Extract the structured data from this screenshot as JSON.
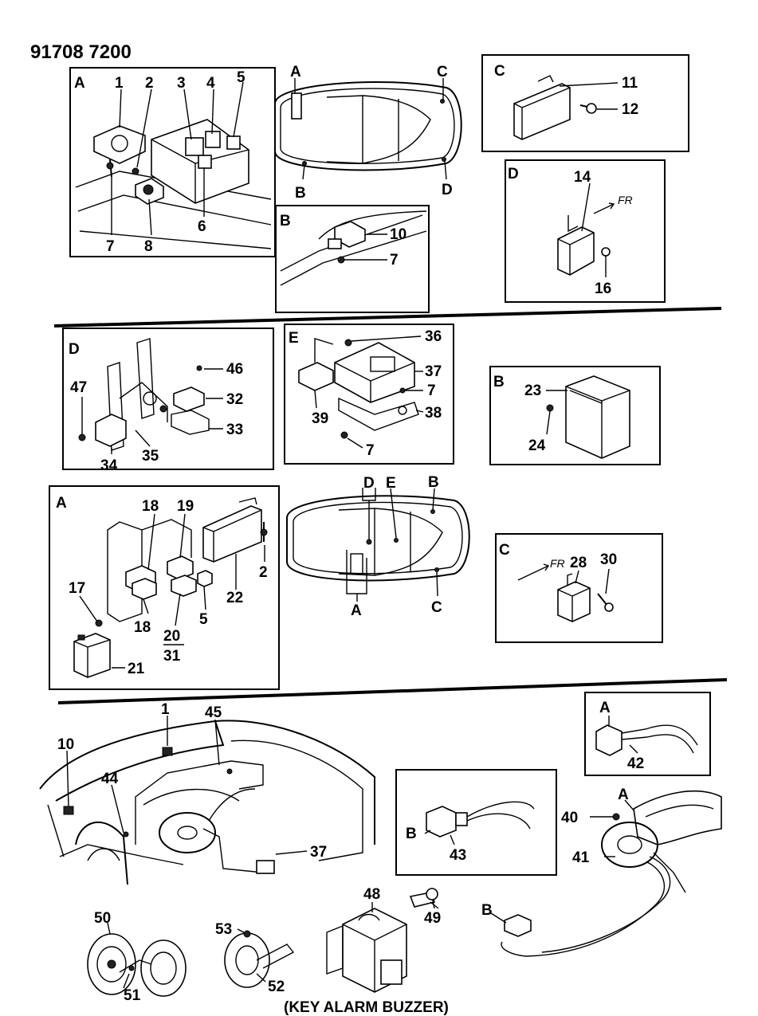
{
  "header": {
    "code": "91708 7200"
  },
  "caption": "(KEY ALARM BUZZER)",
  "fr_text": "FR",
  "letters": {
    "A": "A",
    "B": "B",
    "C": "C",
    "D": "D",
    "E": "E"
  },
  "parts": {
    "p1": "1",
    "p2": "2",
    "p3": "3",
    "p4": "4",
    "p5": "5",
    "p6": "6",
    "p7": "7",
    "p8": "8",
    "p10": "10",
    "p11": "11",
    "p12": "12",
    "p14": "14",
    "p16": "16",
    "p17": "17",
    "p18": "18",
    "p19": "19",
    "p20": "20",
    "p21": "21",
    "p22": "22",
    "p23": "23",
    "p24": "24",
    "p28": "28",
    "p30": "30",
    "p31": "31",
    "p32": "32",
    "p33": "33",
    "p34": "34",
    "p35": "35",
    "p36": "36",
    "p37": "37",
    "p38": "38",
    "p39": "39",
    "p40": "40",
    "p41": "41",
    "p42": "42",
    "p43": "43",
    "p44": "44",
    "p45": "45",
    "p46": "46",
    "p47": "47",
    "p48": "48",
    "p49": "49",
    "p50": "50",
    "p51": "51",
    "p52": "52",
    "p53": "53"
  }
}
